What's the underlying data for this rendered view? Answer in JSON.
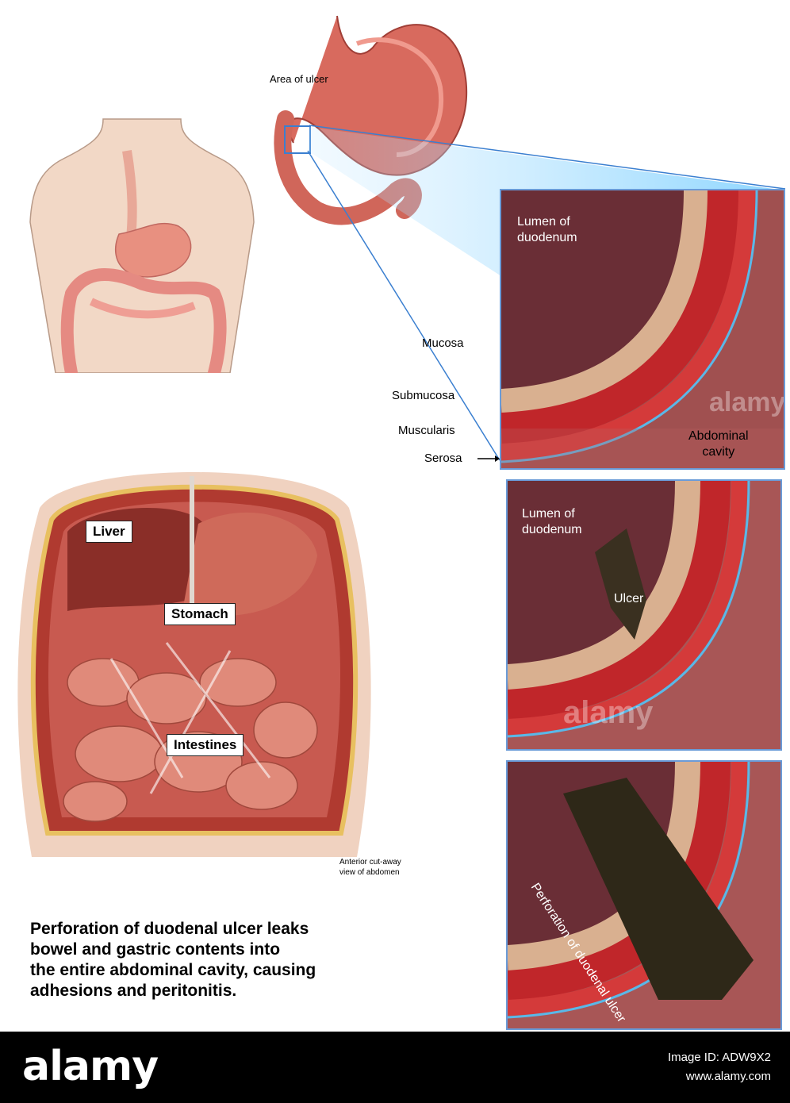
{
  "stomach_callout": {
    "area_of_ulcer": "Area of ulcer"
  },
  "panel1": {
    "lumen_line1": "Lumen of",
    "lumen_line2": "duodenum",
    "abdominal_line1": "Abdominal",
    "abdominal_line2": "cavity",
    "watermark": "alamy"
  },
  "layers": {
    "mucosa": "Mucosa",
    "submucosa": "Submucosa",
    "muscularis": "Muscularis",
    "serosa": "Serosa"
  },
  "panel2": {
    "lumen_line1": "Lumen of",
    "lumen_line2": "duodenum",
    "ulcer": "Ulcer",
    "watermark": "alamy"
  },
  "panel3": {
    "perforation": "Perforation of duodenal ulcer"
  },
  "abdomen": {
    "liver": "Liver",
    "stomach": "Stomach",
    "intestines": "Intestines",
    "caption_line1": "Anterior cut-away",
    "caption_line2": "view of abdomen"
  },
  "main_caption": {
    "line1": "Perforation of duodenal ulcer leaks",
    "line2": "bowel and gastric contents into",
    "line3": "the entire abdominal cavity, causing",
    "line4": "adhesions and peritonitis."
  },
  "footer": {
    "brand": "alamy",
    "image_id": "Image ID: ADW9X2",
    "url": "www.alamy.com"
  }
}
